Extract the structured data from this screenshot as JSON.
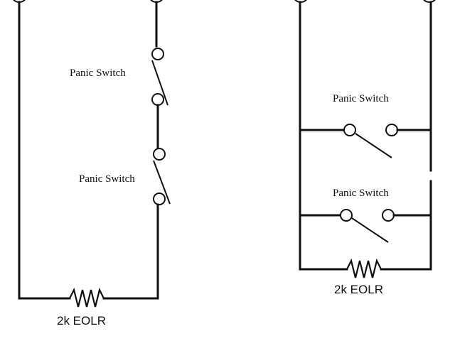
{
  "diagram_left": {
    "title": "",
    "switch_labels": [
      "Panic Switch",
      "Panic Switch"
    ],
    "resistor_label": "2k EOLR"
  },
  "diagram_right": {
    "title": "",
    "switch_labels": [
      "Panic Switch",
      "Panic Switch"
    ],
    "resistor_label": "2k EOLR"
  },
  "colors": {
    "line": "#111111",
    "background": "#ffffff"
  }
}
